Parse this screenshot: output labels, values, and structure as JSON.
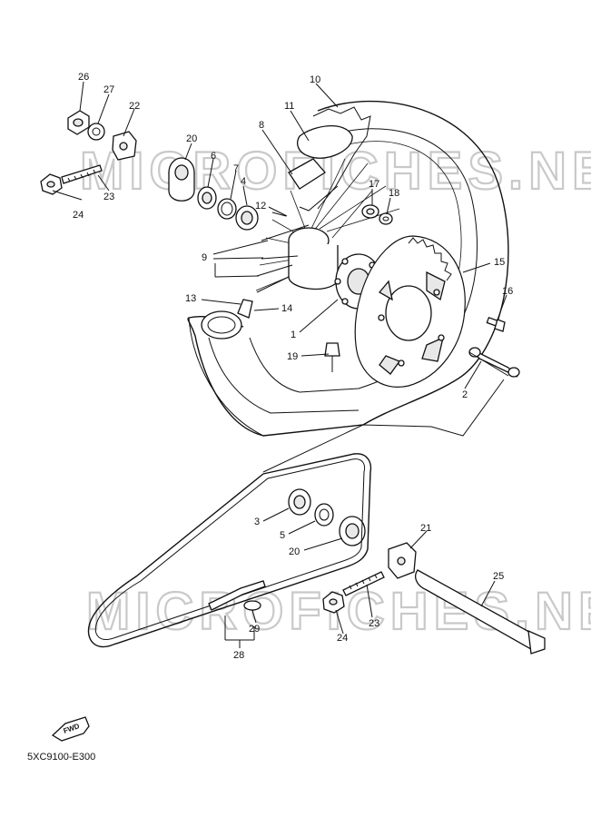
{
  "watermarks": [
    "MICROFICHES.NET",
    "MICROFICHES.NET"
  ],
  "fwd_label": "FWD",
  "document_code": "5XC9100-E300",
  "callouts": {
    "c1": "1",
    "c2": "2",
    "c3": "3",
    "c4": "4",
    "c5": "5",
    "c6": "6",
    "c7": "7",
    "c8": "8",
    "c9": "9",
    "c10": "10",
    "c11": "11",
    "c12": "12",
    "c13": "13",
    "c14": "14",
    "c15": "15",
    "c16": "16",
    "c17": "17",
    "c18": "18",
    "c19": "19",
    "c20a": "20",
    "c20b": "20",
    "c21": "21",
    "c22": "22",
    "c23a": "23",
    "c23b": "23",
    "c24a": "24",
    "c24b": "24",
    "c25": "25",
    "c26": "26",
    "c27": "27",
    "c28": "28",
    "c29": "29"
  }
}
